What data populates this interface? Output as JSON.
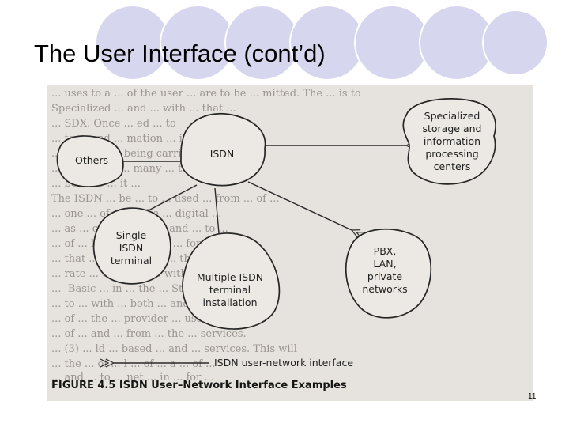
{
  "slide": {
    "title": "The User Interface (cont’d)",
    "page_number": "11"
  },
  "theme": {
    "circle_fill": "#d6d6ee",
    "circle_stroke": "#ffffff",
    "scan_bg": "#e6e2de",
    "ink": "#262626"
  },
  "figure": {
    "nodes": {
      "others": "Others",
      "isdn": "ISDN",
      "specialized": [
        "Specialized",
        "storage and",
        "information",
        "processing",
        "centers"
      ],
      "single": [
        "Single",
        "ISDN",
        "terminal"
      ],
      "multiple": [
        "Multiple ISDN",
        "terminal",
        "installation"
      ],
      "pbx": [
        "PBX,",
        "LAN,",
        "private",
        "networks"
      ]
    },
    "legend": "ISDN user-network interface",
    "caption": "FIGURE 4.5  ISDN User–Network Interface Examples",
    "background_text": [
      "... uses to a ... of the user ... are to be ... mitted. The ... is to",
      "Specialized ... and ... with ... that ...",
      "... SDX. Once ... ed ... to",
      "... to ... and ... mation ... itself,",
      "... the ... of ... being carried ... the ... are",
      "... and ... the ... many ... to ... service",
      "... be ... to ... it ...",
      "The ISDN ... be ... to ... used ... from ... of ...",
      "... one ... of ... on the ... digital ...",
      "... as ... can be ... of ... and ... to ...",
      "... of ... ll ... the ... with ... for ... ISDN",
      "... that ... could ... ver ... the ... and ...",
      "... rate ... the ... on ... with ... will ...",
      "... -Basic ... in ... the ... States, ... ffic,",
      "... to ... with ... both ... and ... nes ...",
      "... of ... the ... provider ... use ... to",
      "... of ... and ... from ... the ... services.",
      "... (3) ... ld ... based ... and ... services. This will",
      "... the ... of ... l ... of ... a ... of ...",
      "... and ... to ... net ... in ... for ..."
    ]
  }
}
